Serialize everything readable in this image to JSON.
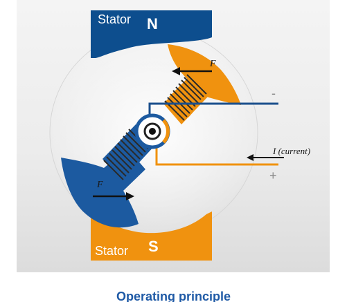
{
  "diagram": {
    "stator_top": {
      "label": "Stator",
      "pole": "N"
    },
    "stator_bottom": {
      "label": "Stator",
      "pole": "S"
    },
    "force_top_label": "F",
    "force_bottom_label": "F",
    "current_label": "I (current)",
    "terminal_negative": "-",
    "terminal_positive": "+",
    "colors": {
      "north_pole": "#0d4e8e",
      "south_pole": "#f0920f",
      "wire_blue": "#1a4f8c",
      "wire_orange": "#f0920f",
      "coil": "#2a2a2a",
      "caption": "#1f5aa6"
    }
  },
  "caption": "Operating principle"
}
